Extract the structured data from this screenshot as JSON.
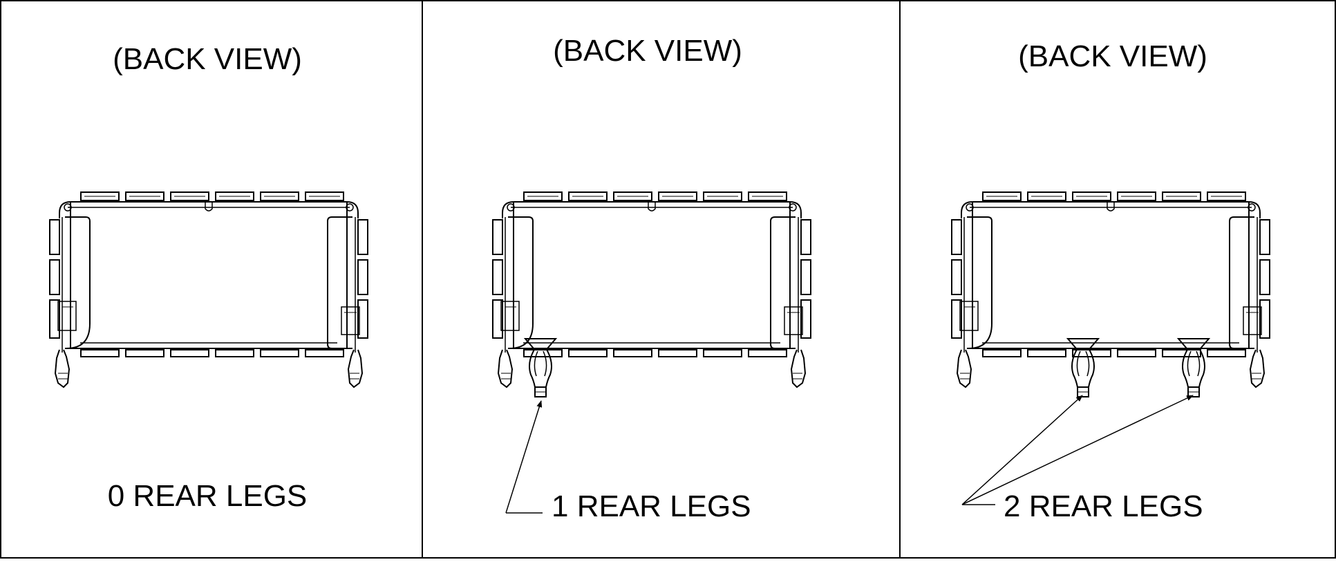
{
  "panels": [
    {
      "title": "(BACK VIEW)",
      "caption": "0 REAR LEGS",
      "rear_legs": 0
    },
    {
      "title": "(BACK VIEW)",
      "caption": "1 REAR LEGS",
      "rear_legs": 1
    },
    {
      "title": "(BACK VIEW)",
      "caption": "2 REAR LEGS",
      "rear_legs": 2
    }
  ],
  "colors": {
    "line": "#000000",
    "background": "#ffffff"
  }
}
